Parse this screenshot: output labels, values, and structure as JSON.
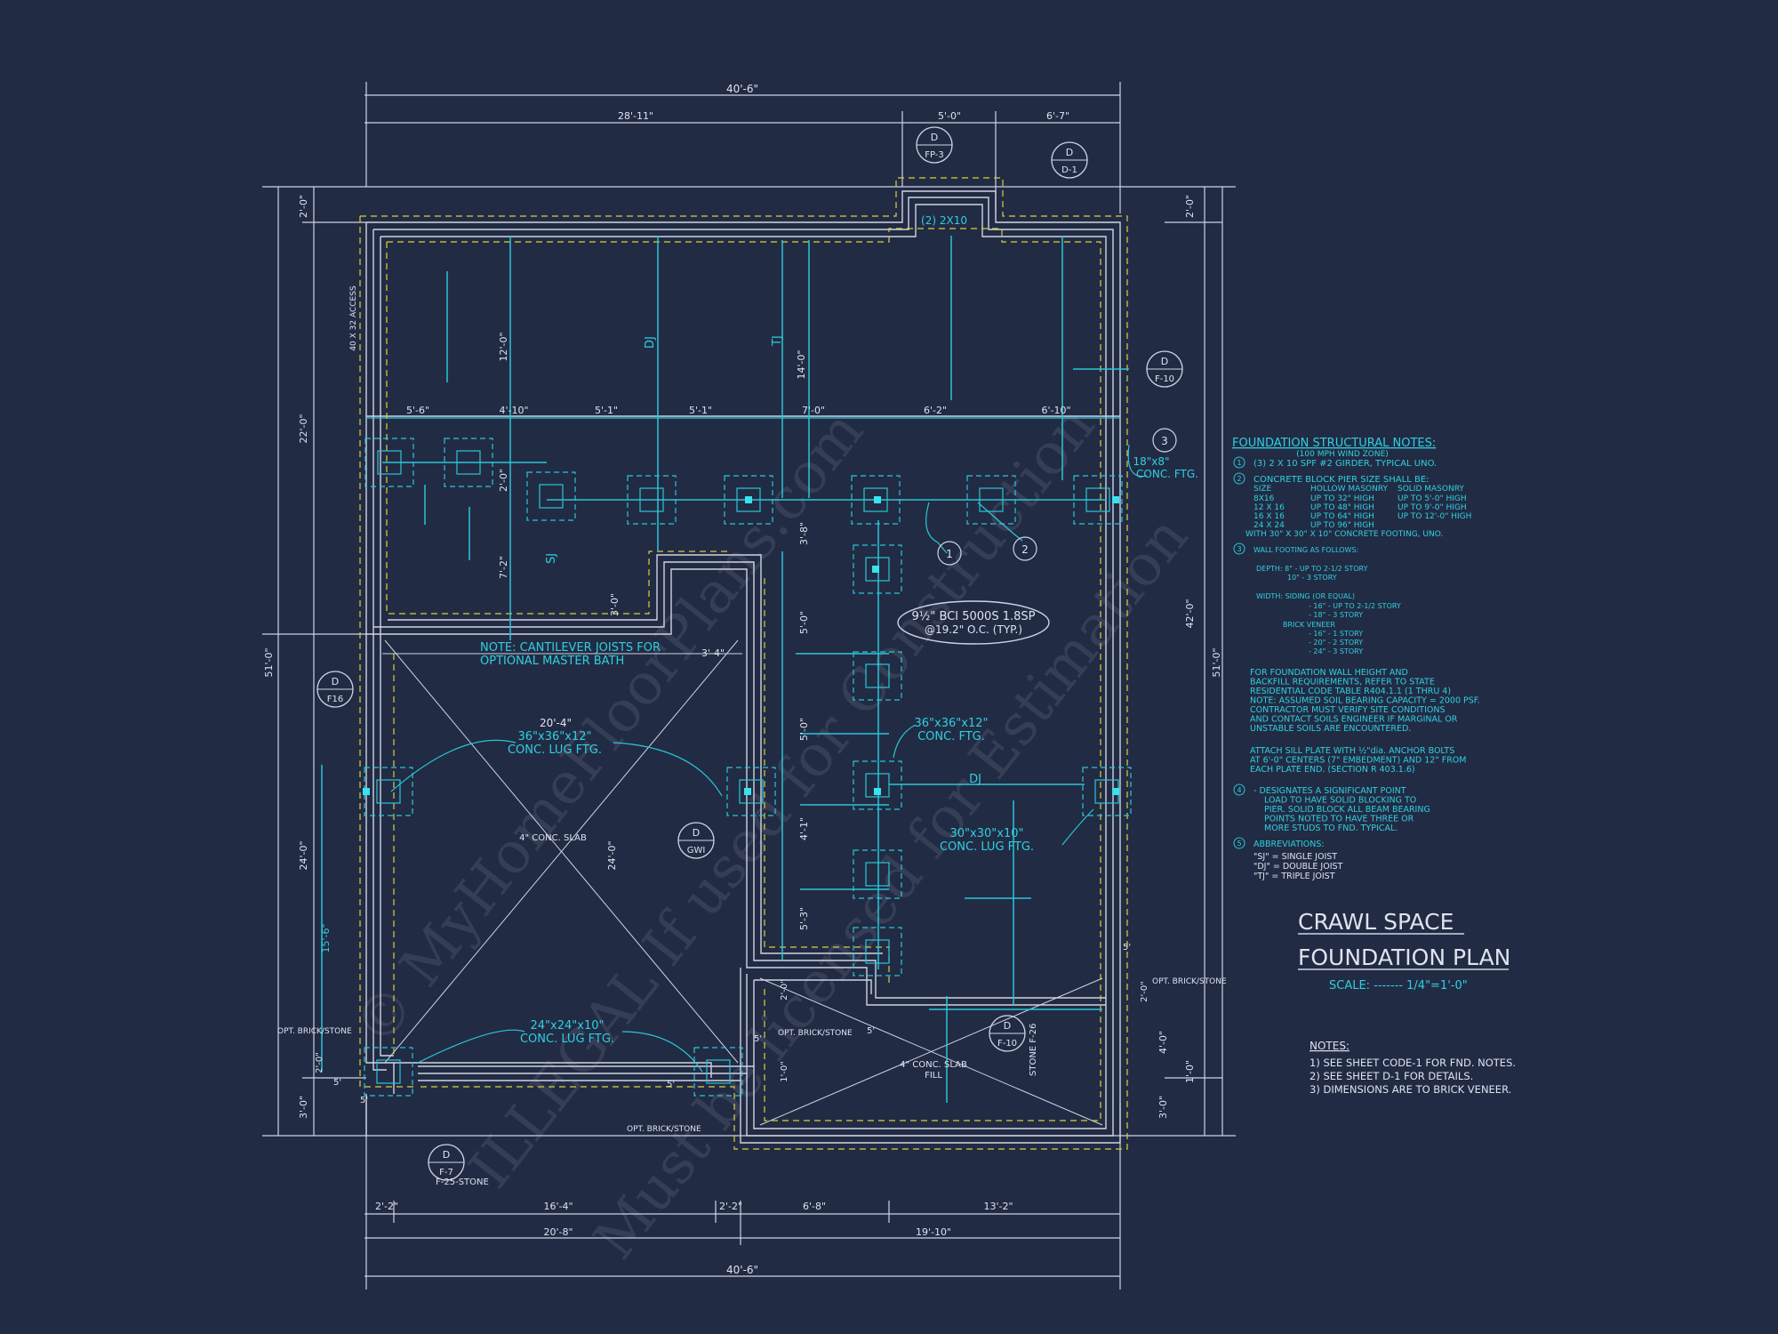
{
  "title_block": {
    "title_line1": "CRAWL SPACE",
    "title_line2": "FOUNDATION PLAN",
    "scale": "SCALE: ------- 1/4\"=1'-0\""
  },
  "watermark": {
    "line1": "© MyHomeFloorPlans.com",
    "line2": "ILLEGAL If used for Construction",
    "line3": "Must be licensed for Estimation"
  },
  "dimensions": {
    "top_overall": "40'-6\"",
    "top_seg1": "28'-11\"",
    "top_seg2": "5'-0\"",
    "top_seg3": "6'-7\"",
    "bottom_overall": "40'-6\"",
    "bottom_seg_a": "20'-8\"",
    "bottom_seg_b": "19'-10\"",
    "bottom_d1": "2'-2\"",
    "bottom_d2": "16'-4\"",
    "bottom_d3": "2'-2\"",
    "bottom_d4": "6'-8\"",
    "bottom_d5": "13'-2\"",
    "left_overall": "51'-0\"",
    "left_d1": "2'-0\"",
    "left_d2": "22'-0\"",
    "left_d3": "24'-0\"",
    "left_d4": "3'-0\"",
    "left_d5": "15'-6\"",
    "left_d6": "2'-0\"",
    "right_overall": "51'-0\"",
    "right_d1": "2'-0\"",
    "right_d2": "42'-0\"",
    "right_d3": "3'-0\"",
    "right_d4": "2'-0\"",
    "right_d5": "4'-0\"",
    "right_d6": "1'-0\"",
    "beam_1": "5'-6\"",
    "beam_2": "4'-10\"",
    "beam_3": "5'-1\"",
    "beam_4": "5'-1\"",
    "beam_5": "7'-0\"",
    "beam_6": "6'-2\"",
    "beam_7": "6'-10\"",
    "int_12": "12'-0\"",
    "int_14": "14'-0\"",
    "int_2": "2'-0\"",
    "int_7": "7'-2\"",
    "int_3a": "3'-0\"",
    "int_38": "3'-8\"",
    "int_5a": "5'-0\"",
    "int_5b": "5'-0\"",
    "int_41": "4'-1\"",
    "int_53": "5'-3\"",
    "int_34": "3'-4\"",
    "int_204": "20'-4\"",
    "int_24": "24'-0\"",
    "int_1": "1'-0\"",
    "int_2b": "2'-0\""
  },
  "labels": {
    "girder": "(2) 2X10",
    "access": "40 X 32 ACCESS",
    "dj1": "DJ",
    "tj": "TJ",
    "sj": "SJ",
    "dj2": "DJ",
    "ftg_18": "18\"x8\"",
    "ftg_18b": "CONC. FTG.",
    "bci1": "9½\" BCI 5000S 1.8SP",
    "bci2": "@19.2\" O.C. (TYP.)",
    "note1": "NOTE: CANTILEVER JOISTS FOR",
    "note2": "OPTIONAL MASTER BATH",
    "lug36_1": "36\"x36\"x12\"",
    "lug36_2": "CONC. LUG FTG.",
    "ftg36_1": "36\"x36\"x12\"",
    "ftg36_2": "CONC. FTG.",
    "lug30_1": "30\"x30\"x10\"",
    "lug30_2": "CONC. LUG FTG.",
    "lug24_1": "24\"x24\"x10\"",
    "lug24_2": "CONC. LUG FTG.",
    "slab1": "4\" CONC. SLAB",
    "slab2a": "4\" CONC. SLAB",
    "slab2b": "FILL",
    "brick1": "OPT. BRICK/STONE",
    "brick2": "OPT. BRICK/STONE",
    "brick3": "OPT. BRICK/STONE",
    "brick4": "OPT. BRICK/STONE",
    "stone": "F-25-STONE",
    "tag1": "1",
    "tag2": "2",
    "tag3": "3",
    "tag4": "4",
    "tag5": "5",
    "dim_5a": "5'",
    "dim_5b": "5'",
    "dim_5c": "5'",
    "dim_5d": "5'",
    "dim_5e": "5'",
    "dim_5f": "5'"
  },
  "callouts": [
    {
      "top": "D",
      "bottom": "FP-3"
    },
    {
      "top": "D",
      "bottom": "D-1"
    },
    {
      "top": "D",
      "bottom": "F-10"
    },
    {
      "top": "D",
      "bottom": "F16"
    },
    {
      "top": "D",
      "bottom": "GWI"
    },
    {
      "top": "D",
      "bottom": "F-7"
    },
    {
      "top": "D",
      "bottom": "F-10"
    },
    {
      "top": "STONE F-26",
      "bottom": ""
    }
  ],
  "notes": {
    "heading": "FOUNDATION STRUCTURAL NOTES:",
    "subheading": "(100 MPH WIND ZONE)",
    "n1": "(3) 2 X 10 SPF #2 GIRDER, TYPICAL UNO.",
    "n2": "CONCRETE BLOCK PIER SIZE SHALL BE:",
    "table_head": [
      "SIZE",
      "HOLLOW MASONRY",
      "SOLID MASONRY"
    ],
    "table_rows": [
      [
        "8X16",
        "UP TO 32\" HIGH",
        "UP TO 5'-0\" HIGH"
      ],
      [
        "12 X 16",
        "UP TO 48\" HIGH",
        "UP TO 9'-0\" HIGH"
      ],
      [
        "16 X 16",
        "UP TO 64\" HIGH",
        "UP TO 12'-0\" HIGH"
      ],
      [
        "24 X 24",
        "UP TO 96\" HIGH",
        ""
      ]
    ],
    "n2_tail": "WITH 30\" X 30\" X 10\" CONCRETE FOOTING, UNO.",
    "n3": "WALL FOOTING AS FOLLOWS:",
    "n3_depth1": "DEPTH:  8\" - UP TO 2-1/2 STORY",
    "n3_depth2": "10\" - 3 STORY",
    "n3_width": "WIDTH:  SIDING (OR EQUAL)",
    "n3_w1": "- 16\" - UP TO 2-1/2 STORY",
    "n3_w2": "- 18\" - 3 STORY",
    "n3_brick": "BRICK VENEER",
    "n3_b1": "- 16\" - 1 STORY",
    "n3_b2": "- 20\" - 2 STORY",
    "n3_b3": "- 24\" - 3 STORY",
    "para1": [
      "FOR FOUNDATION WALL HEIGHT AND",
      "BACKFILL REQUIREMENTS, REFER TO STATE",
      "RESIDENTIAL CODE TABLE R404.1.1 (1 THRU 4)",
      "NOTE: ASSUMED SOIL BEARING CAPACITY = 2000 PSF.",
      "CONTRACTOR MUST VERIFY SITE CONDITIONS",
      "AND CONTACT SOILS ENGINEER IF MARGINAL OR",
      "UNSTABLE SOILS ARE ENCOUNTERED."
    ],
    "para2": [
      "ATTACH SILL PLATE WITH ½\"dia. ANCHOR BOLTS",
      "AT 6'-0\" CENTERS (7\" EMBEDMENT) AND 12\" FROM",
      "EACH PLATE END. (SECTION R 403.1.6)"
    ],
    "n4": [
      "- DESIGNATES A SIGNIFICANT POINT",
      "LOAD TO HAVE SOLID BLOCKING TO",
      "PIER. SOLID BLOCK ALL BEAM BEARING",
      "POINTS NOTED TO HAVE THREE OR",
      "MORE STUDS TO FND. TYPICAL."
    ],
    "n5": "ABBREVIATIONS:",
    "n5_items": [
      "\"SJ\" = SINGLE JOIST",
      "\"DJ\" = DOUBLE JOIST",
      "\"TJ\" = TRIPLE JOIST"
    ]
  },
  "general_notes": {
    "heading": "NOTES:",
    "items": [
      "1)  SEE SHEET CODE-1 FOR FND. NOTES.",
      "2)  SEE SHEET D-1 FOR DETAILS.",
      "3)  DIMENSIONS ARE TO BRICK VENEER."
    ]
  }
}
